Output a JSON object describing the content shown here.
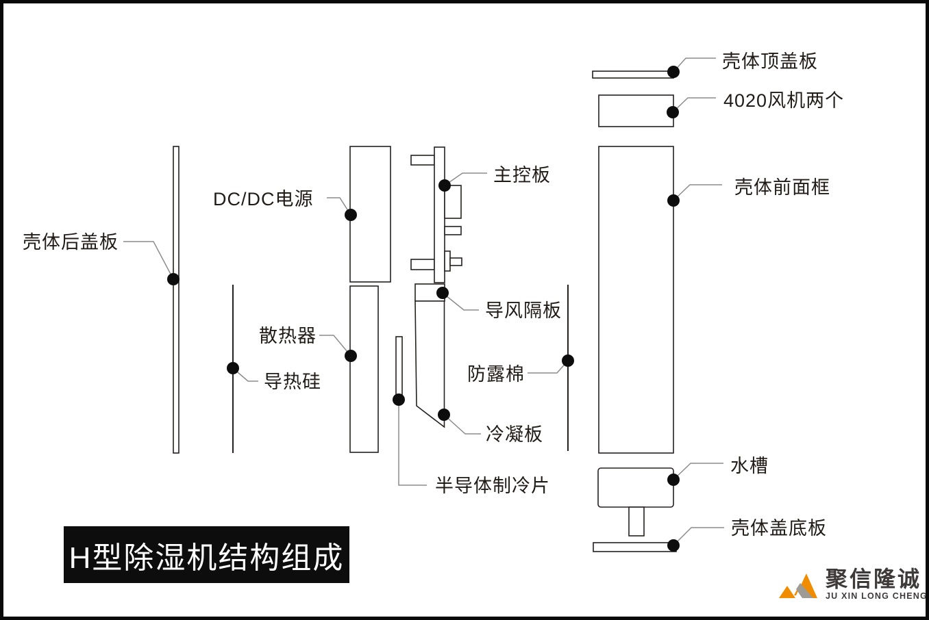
{
  "title": "H型除湿机结构组成",
  "labels": {
    "rear_cover": "壳体后盖板",
    "dcdc_power": "DC/DC电源",
    "heatsink": "散热器",
    "thermal_silicone": "导热硅",
    "main_board": "主控板",
    "air_guide": "导风隔板",
    "anti_dew_cotton": "防露棉",
    "condensation_plate": "冷凝板",
    "semiconductor_chip": "半导体制冷片",
    "top_cover": "壳体顶盖板",
    "fans": "4020风机两个",
    "front_frame": "壳体前面框",
    "water_tank": "水槽",
    "bottom_cover": "壳体盖底板"
  },
  "logo": {
    "name_cn": "聚信隆诚",
    "name_en": "JU XIN LONG CHENG"
  },
  "colors": {
    "accent_orange": "#F08C00",
    "logo_shadow_gray": "#9e9a94",
    "logo_text": "#3E3A39",
    "outline_black": "#262020",
    "leader_gray": "#8c8c8c",
    "title_bg": "#0d0d0d",
    "title_fg": "#ffffff"
  }
}
